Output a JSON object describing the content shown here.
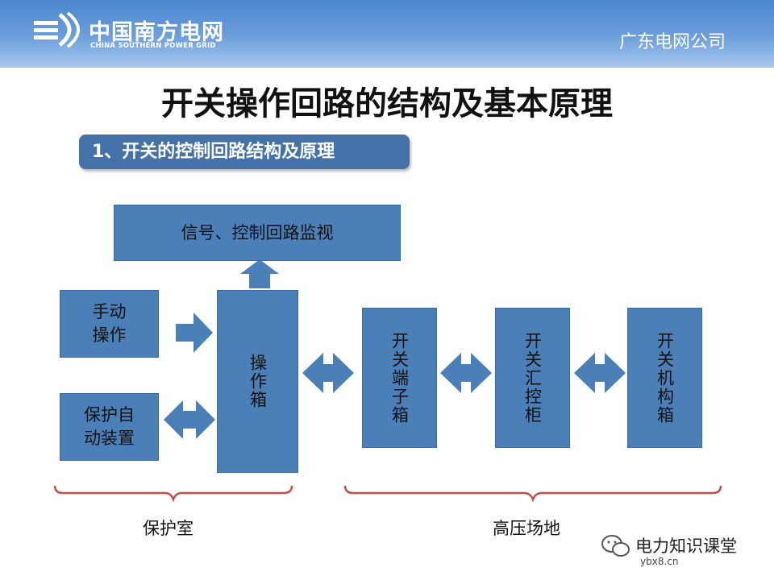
{
  "header": {
    "logo_cn": "中国南方电网",
    "logo_en": "CHINA SOUTHERN POWER GRID",
    "company": "广东电网公司"
  },
  "title": "开关操作回路的结构及基本原理",
  "section_label": "1、开关的控制回路结构及原理",
  "nodes": {
    "monitor": "信号、控制回路监视",
    "manual_line1": "手动",
    "manual_line2": "操作",
    "auto_line1": "保护自",
    "auto_line2": "动装置",
    "op_box": "操作箱",
    "terminal_box": "开关端子箱",
    "converge_cabinet": "开关汇控柜",
    "mechanism_box": "开关机构箱"
  },
  "groups": {
    "protection_room": "保护室",
    "hv_yard": "高压场地"
  },
  "watermark": {
    "text": "电力知识课堂",
    "url": "ybx8.cn"
  },
  "colors": {
    "box_fill": "#4b7fb7",
    "arrow_fill": "#4b7fb7",
    "bracket": "#c0504d",
    "label_fill": "#4472a8"
  }
}
